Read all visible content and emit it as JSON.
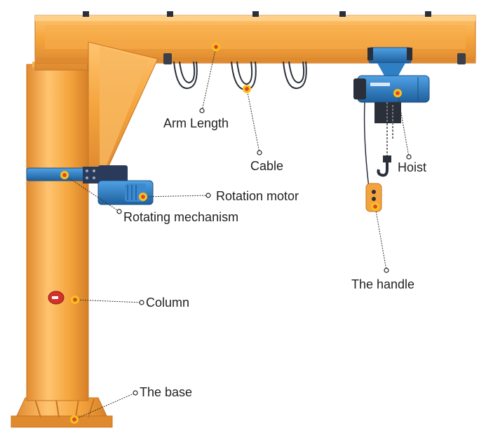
{
  "labels": {
    "arm_length": "Arm Length",
    "cable": "Cable",
    "hoist": "Hoist",
    "rotation_motor": "Rotation motor",
    "rotating_mechanism": "Rotating mechanism",
    "the_handle": "The handle",
    "column": "Column",
    "the_base": "The base"
  },
  "colors": {
    "crane_orange": "#f4a43c",
    "crane_orange_light": "#ffc470",
    "crane_orange_dark": "#d9822a",
    "machine_blue": "#2f7fc4",
    "machine_dark": "#2a2f3a",
    "marker_yellow": "#f6c21d",
    "marker_red": "#e2442c",
    "leader_line": "#333333"
  }
}
